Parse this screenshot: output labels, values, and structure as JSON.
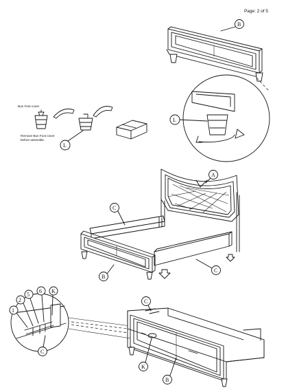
{
  "header": {
    "page_label": "Page: 2 of 5"
  },
  "notes": {
    "bun_foot_cover": "Bun Foot cover",
    "remove_line1": "Remove Bun Foot cover",
    "remove_line2": "before assemble."
  },
  "callouts": {
    "A": "A",
    "B": "B",
    "C": "C",
    "L": "L",
    "K": "K",
    "n1": "1",
    "n2": "2",
    "n5": "5",
    "n6": "6"
  },
  "colors": {
    "line": "#111111",
    "background": "#ffffff"
  }
}
